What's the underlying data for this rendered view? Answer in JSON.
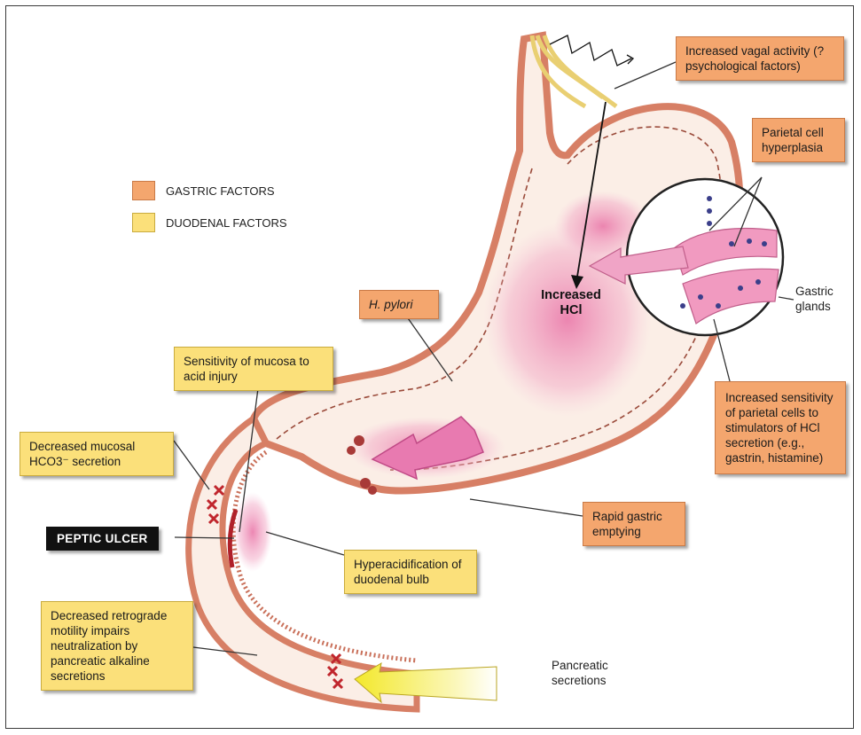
{
  "legend": [
    {
      "label": "GASTRIC FACTORS",
      "color": "#f4a66e"
    },
    {
      "label": "DUODENAL FACTORS",
      "color": "#fbe07a"
    }
  ],
  "labels": {
    "vagal": "Increased vagal activity (? psychological factors)",
    "parietal_hyperplasia": "Parietal cell hyperplasia",
    "gastric_glands": "Gastric glands",
    "h_pylori": "H. pylori",
    "increased_hcl": "Increased HCl",
    "sensitivity_mucosa": "Sensitivity of mucosa to acid injury",
    "decreased_hco3": "Decreased mucosal HCO3⁻ secretion",
    "peptic_ulcer": "PEPTIC ULCER",
    "hyperacidification": "Hyperacidification of duodenal bulb",
    "rapid_emptying": "Rapid gastric emptying",
    "increased_sensitivity": "Increased sensitivity of parietal cells to stimulators of HCl secretion (e.g., gastrin, histamine)",
    "decreased_retrograde": "Decreased retrograde motility impairs neutralization by pancreatic alkaline secretions",
    "pancreatic": "Pancreatic secretions"
  },
  "colors": {
    "gastric": "#f4a66e",
    "duodenal": "#fbe07a",
    "stomach_wall": "#e8a08a",
    "lumen": "#fbeee6",
    "acid": "#ea79aa",
    "nerve": "#e9cf72"
  }
}
